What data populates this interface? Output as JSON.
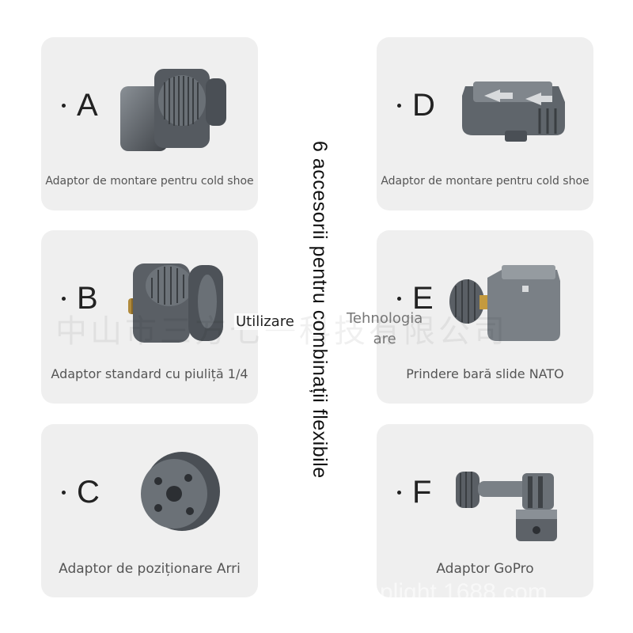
{
  "title": "6 accesorii pentru combinații flexibile",
  "watermark": "中山市三方七一科技有限公司",
  "watermark_bottom": "plight.1688.com",
  "overlay": {
    "left": "Utilizare",
    "right_line1": "Tehnologia",
    "right_line2": "are"
  },
  "accessories": [
    {
      "letter": "A",
      "caption": "Adaptor de montare pentru cold shoe"
    },
    {
      "letter": "B",
      "caption": "Adaptor standard cu piuliță 1/4"
    },
    {
      "letter": "C",
      "caption": "Adaptor de poziționare Arri"
    },
    {
      "letter": "D",
      "caption": "Adaptor de montare pentru cold shoe"
    },
    {
      "letter": "E",
      "caption": "Prindere bară slide NATO"
    },
    {
      "letter": "F",
      "caption": "Adaptor GoPro"
    }
  ],
  "colors": {
    "card": "#efefef",
    "metal": "#5d6268",
    "metal_light": "#8a9096"
  }
}
